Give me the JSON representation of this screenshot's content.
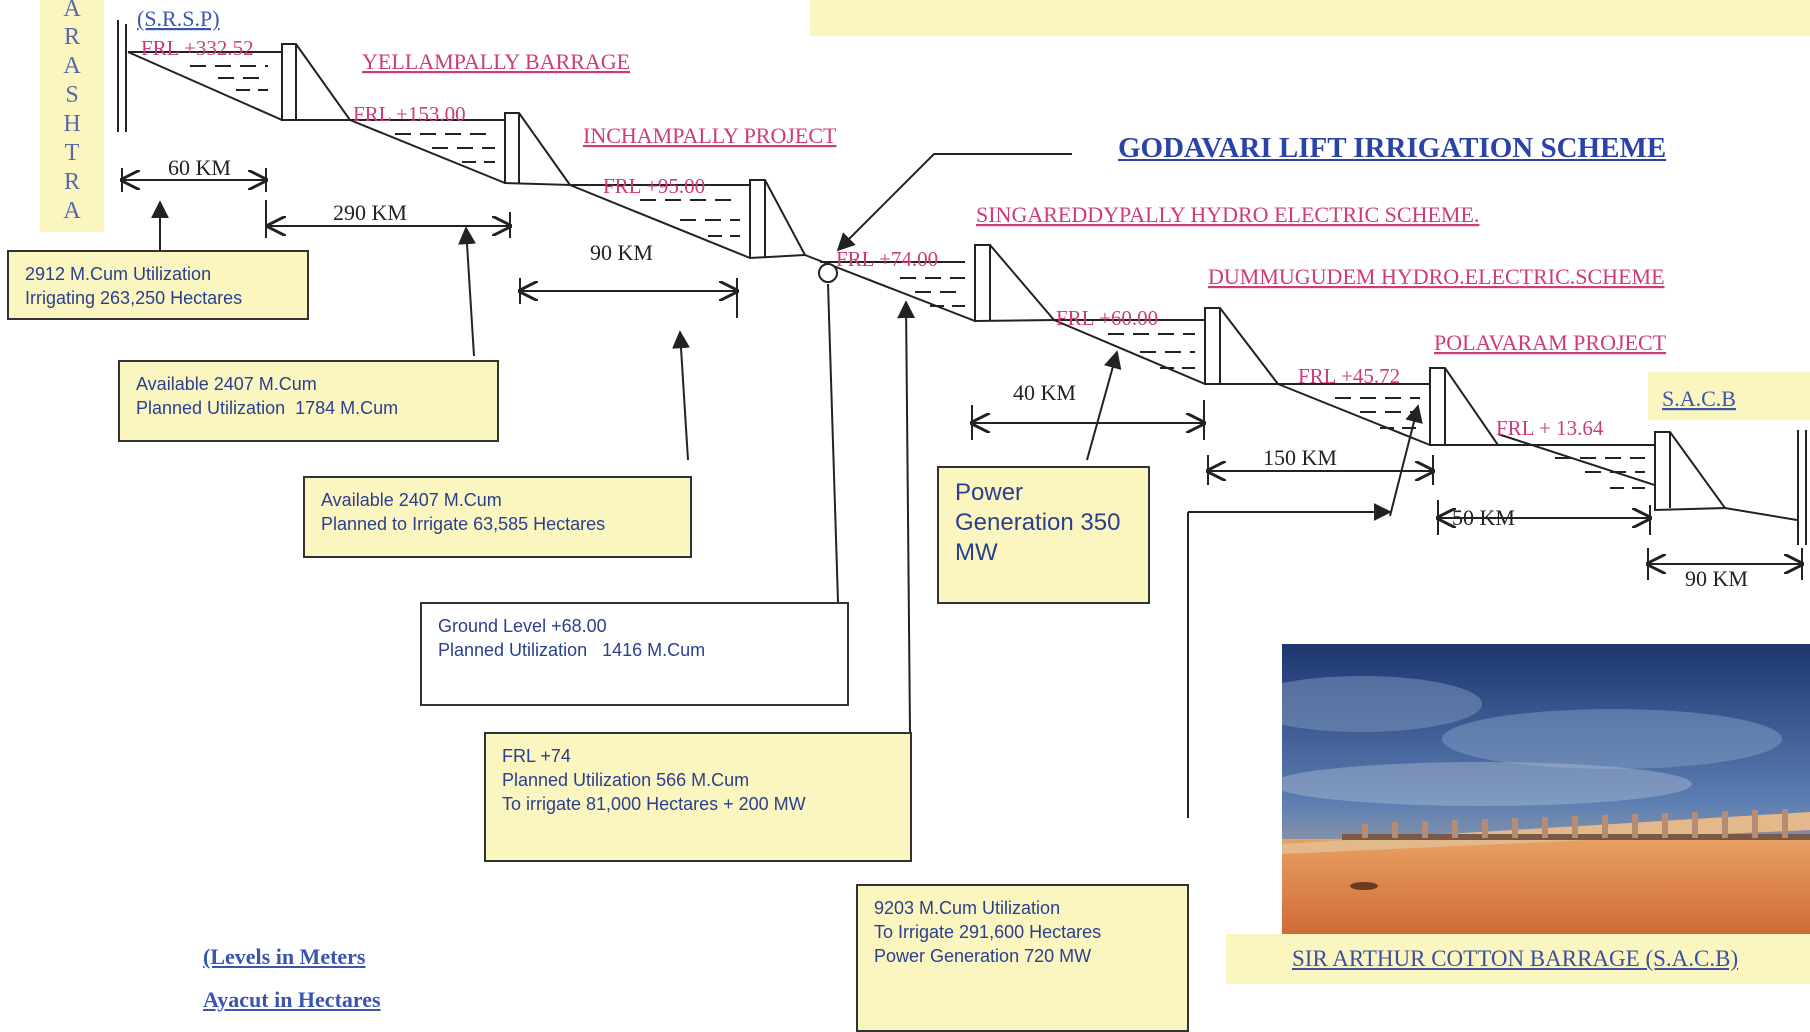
{
  "side_letters": [
    "A",
    "R",
    "A",
    "S",
    "H",
    "T",
    "R",
    "A"
  ],
  "srsp_label": "(S.R.S.P)",
  "sacb_label": "S.A.C.B",
  "headline": "GODAVARI LIFT IRRIGATION SCHEME",
  "projects": [
    {
      "name": "YELLAMPALLY BARRAGE"
    },
    {
      "name": "INCHAMPALLY PROJECT"
    },
    {
      "name": "SINGAREDDYPALLY HYDRO ELECTRIC SCHEME."
    },
    {
      "name": "DUMMUGUDEM HYDRO.ELECTRIC.SCHEME"
    },
    {
      "name": "POLAVARAM PROJECT"
    }
  ],
  "frl_labels": [
    "FRL +332.52",
    "FRL +153.00",
    "FRL +95.00",
    "FRL +74.00",
    "FRL +60.00",
    "FRL +45.72",
    "FRL  + 13.64"
  ],
  "distances": [
    "60 KM",
    "290 KM",
    "90 KM",
    "40 KM",
    "150 KM",
    "50 KM",
    "90 KM"
  ],
  "info_boxes": [
    {
      "lines": [
        "2912 M.Cum Utilization",
        "Irrigating 263,250 Hectares"
      ]
    },
    {
      "lines": [
        "Available 2407 M.Cum",
        "Planned Utilization  1784 M.Cum"
      ]
    },
    {
      "lines": [
        "Available 2407 M.Cum",
        "Planned to Irrigate 63,585 Hectares"
      ]
    },
    {
      "lines": [
        "Ground Level +68.00",
        "Planned Utilization   1416 M.Cum"
      ]
    },
    {
      "lines": [
        "FRL +74",
        "Planned Utilization 566 M.Cum",
        "To irrigate 81,000 Hectares + 200 MW"
      ]
    },
    {
      "lines": [
        "Power",
        "Generation 350",
        "MW"
      ]
    },
    {
      "lines": [
        "9203 M.Cum Utilization",
        "To Irrigate 291,600 Hectares",
        "Power Generation 720 MW"
      ]
    }
  ],
  "photo_caption": "SIR  ARTHUR COTTON BARRAGE (S.A.C.B)",
  "notes": [
    "(Levels in Meters",
    "Ayacut  in Hectares"
  ],
  "colors": {
    "project_label": "#cf3a7a",
    "text_blue": "#2a3f8f",
    "box_fill": "#fbf6bf",
    "line": "#222222"
  }
}
